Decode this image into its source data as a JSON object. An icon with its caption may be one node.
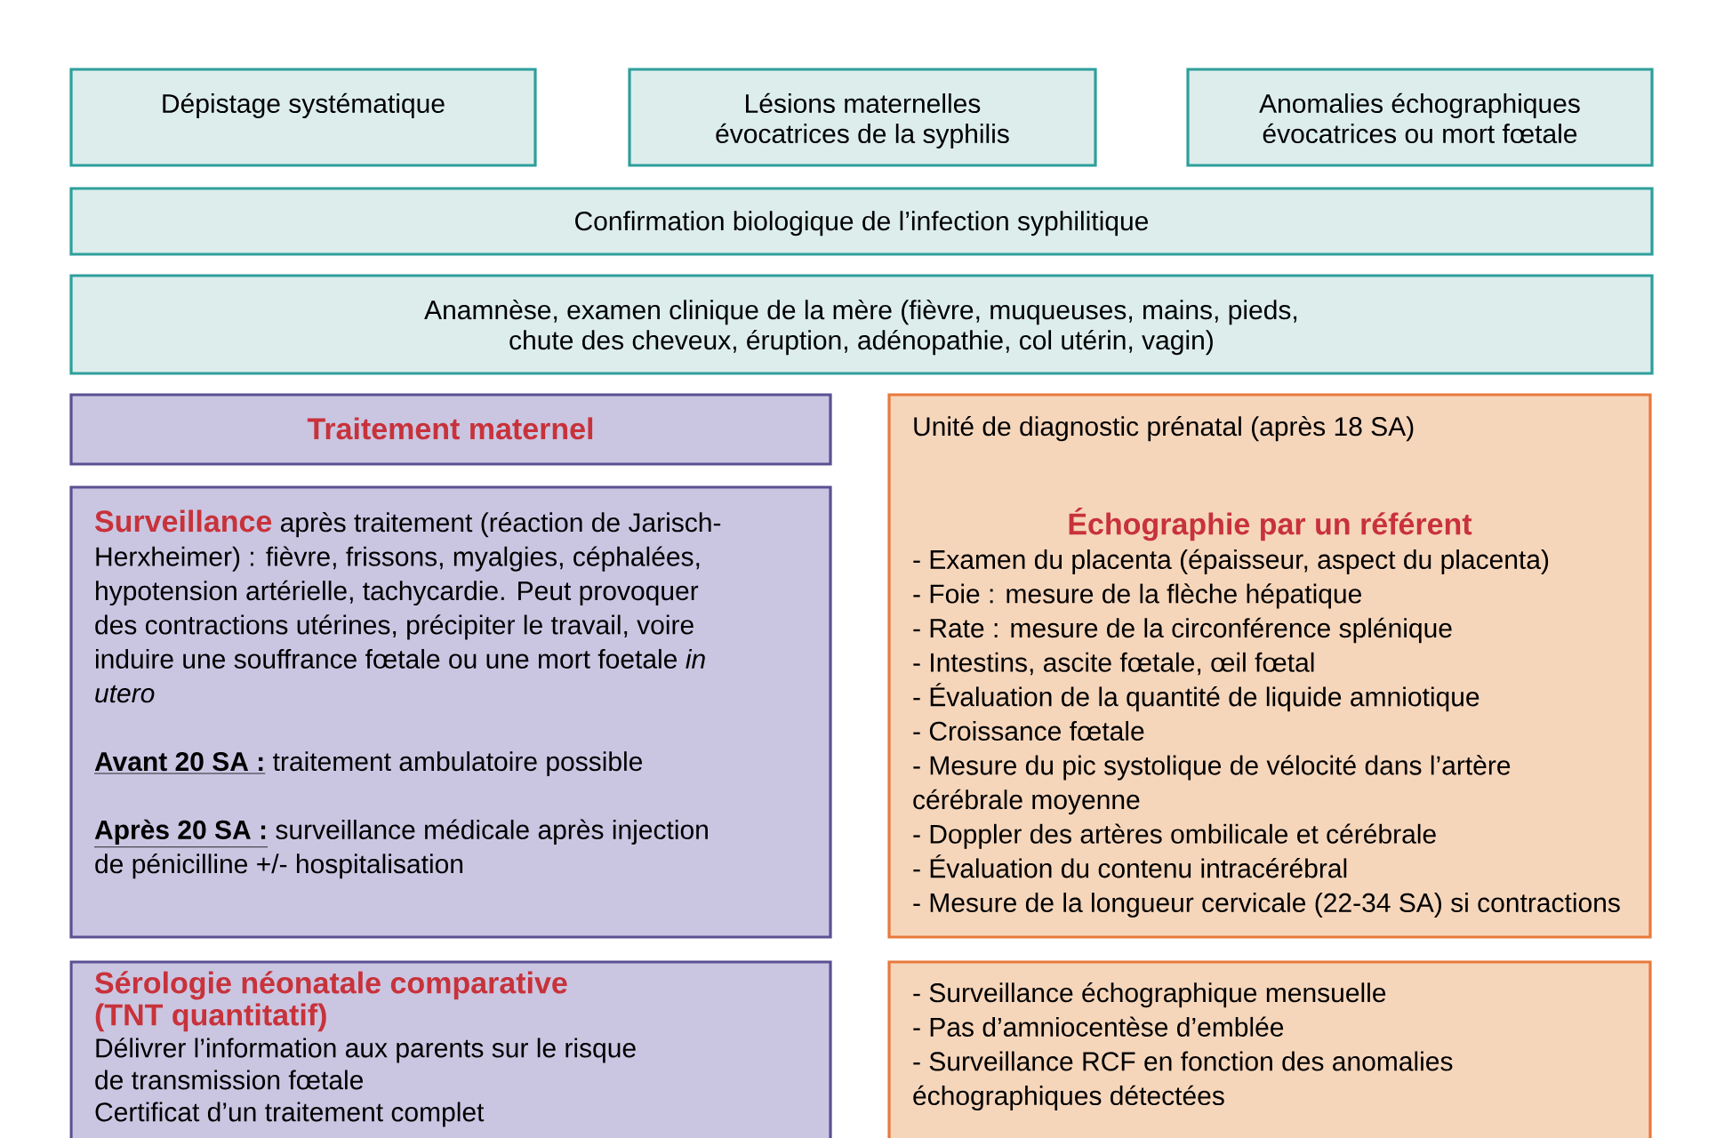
{
  "diagram": {
    "nodes": [
      {
        "text": [
          "Dépistage systématique"
        ]
      },
      {
        "text": [
          "Lésions maternelles évocatrices de la syphilis"
        ]
      },
      {
        "text": [
          "Anomalies échographiques évocatrices ou mort fœtale"
        ]
      },
      {
        "text": [
          "Confirmation biologique de l’infection syphilitique"
        ]
      },
      {
        "text": [
          "Anamnèse, examen clinique de la mère (fièvre, muqueuses, mains, pieds, chute des cheveux, éruption, adénopathie, col utérin, vagin)"
        ]
      },
      {
        "text": [
          "Traitement maternel"
        ]
      },
      {
        "text": [
          "**Surveillance** après traitement (réaction de Jarisch-Herxheimer) : fièvre, frissons, myalgies, céphalées, hypotension artérielle, tachycardie. Peut provoquer des contractions utérines, précipiter le travail, voire induire une souffrance fœtale ou une mort foetale *in utero*",
          "**Avant 20 SA :** traitement ambulatoire possible",
          "**Après 20 SA :** surveillance médicale après injection de pénicilline +/- hospitalisation"
        ]
      },
      {
        "text": [
          "Unité de diagnostic prénatal (après 18 SA)",
          "Échographie par un référent",
          "- Examen du placenta (épaisseur, aspect du placenta)",
          "- Foie : mesure de la flèche hépatique",
          "- Rate : mesure de la circonférence splénique",
          "- Intestins, ascite fœtale, œil fœtal",
          "- Évaluation de la quantité de liquide amniotique",
          "- Croissance fœtale",
          "- Mesure du pic systolique de vélocité dans l’artère cérébrale moyenne",
          "- Doppler des artères ombilicale et cérébrale",
          "- Évaluation du contenu intracérébral",
          "- Mesure de la longueur cervicale (22-34 SA) si contractions"
        ]
      },
      {
        "text": [
          "Sérologie néonatale comparative (TNT quantitatif)",
          "Délivrer l’information aux parents sur le risque de transmission fœtale",
          "Certificat d’un traitement complet"
        ]
      },
      {
        "text": [
          "- Surveillance échographique mensuelle",
          "- Pas d’amniocentèse d’emblée",
          "- Surveillance RCF en fonction des anomalies échographiques détectées"
        ]
      }
    ]
  }
}
